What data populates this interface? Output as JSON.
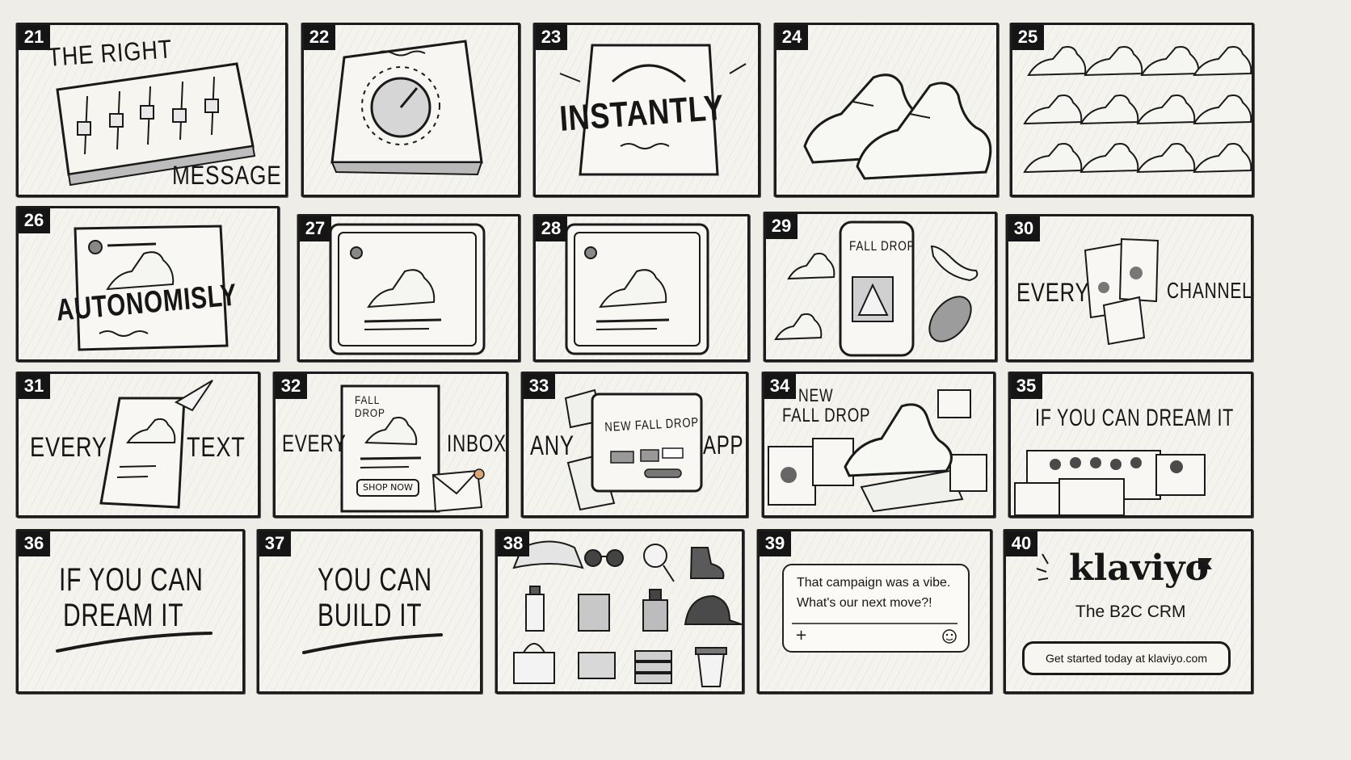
{
  "panels": [
    {
      "n": "21",
      "texts": [
        "THE RIGHT",
        "MESSAGE"
      ]
    },
    {
      "n": "22",
      "texts": []
    },
    {
      "n": "23",
      "texts": [
        "INSTANTLY"
      ]
    },
    {
      "n": "24",
      "texts": []
    },
    {
      "n": "25",
      "texts": []
    },
    {
      "n": "26",
      "texts": [
        "AUTONOMISLY"
      ]
    },
    {
      "n": "27",
      "texts": []
    },
    {
      "n": "28",
      "texts": []
    },
    {
      "n": "29",
      "texts": [
        "FALL DROP"
      ]
    },
    {
      "n": "30",
      "texts": [
        "EVERY",
        "CHANNEL"
      ]
    },
    {
      "n": "31",
      "texts": [
        "EVERY",
        "TEXT"
      ]
    },
    {
      "n": "32",
      "texts": [
        "EVERY",
        "INBOX",
        "FALL",
        "DROP",
        "SHOP NOW"
      ]
    },
    {
      "n": "33",
      "texts": [
        "ANY",
        "APP",
        "NEW FALL DROP"
      ]
    },
    {
      "n": "34",
      "texts": [
        "NEW",
        "FALL DROP"
      ]
    },
    {
      "n": "35",
      "texts": [
        "IF YOU CAN DREAM IT"
      ]
    },
    {
      "n": "36",
      "texts": [
        "IF YOU CAN",
        "DREAM IT"
      ]
    },
    {
      "n": "37",
      "texts": [
        "YOU CAN",
        "BUILD IT"
      ]
    },
    {
      "n": "38",
      "texts": []
    },
    {
      "n": "39",
      "texts": [
        "That campaign was a vibe.",
        "What's our next move?!",
        "+"
      ]
    },
    {
      "n": "40",
      "texts": [
        "klaviyo",
        "The B2C CRM",
        "Get started today at klaviyo.com"
      ]
    }
  ],
  "icons": {
    "slider": "mixer-sliders-icon",
    "knob": "dial-knob-icon",
    "sneaker": "sneaker-icon",
    "phone": "smartphone-icon",
    "envelope": "envelope-icon",
    "paper_plane": "paper-plane-icon",
    "bucket_hat": "bucket-hat-icon",
    "sunglasses": "sunglasses-icon",
    "lollipop": "lollipop-icon",
    "boot": "hiking-boot-icon",
    "bottle": "bottle-icon",
    "jar": "jar-icon",
    "perfume": "perfume-icon",
    "cap": "baseball-cap-icon",
    "handbag": "handbag-icon",
    "wallet": "wallet-icon",
    "towels": "folded-towels-icon",
    "coffee": "coffee-cup-icon",
    "emoji": "smiley-icon",
    "flag": "flag-icon"
  },
  "colors": {
    "ink": "#1b1b1b",
    "paper": "#f4f3ee",
    "badge": "#151515",
    "accent": "#d9a47a"
  }
}
